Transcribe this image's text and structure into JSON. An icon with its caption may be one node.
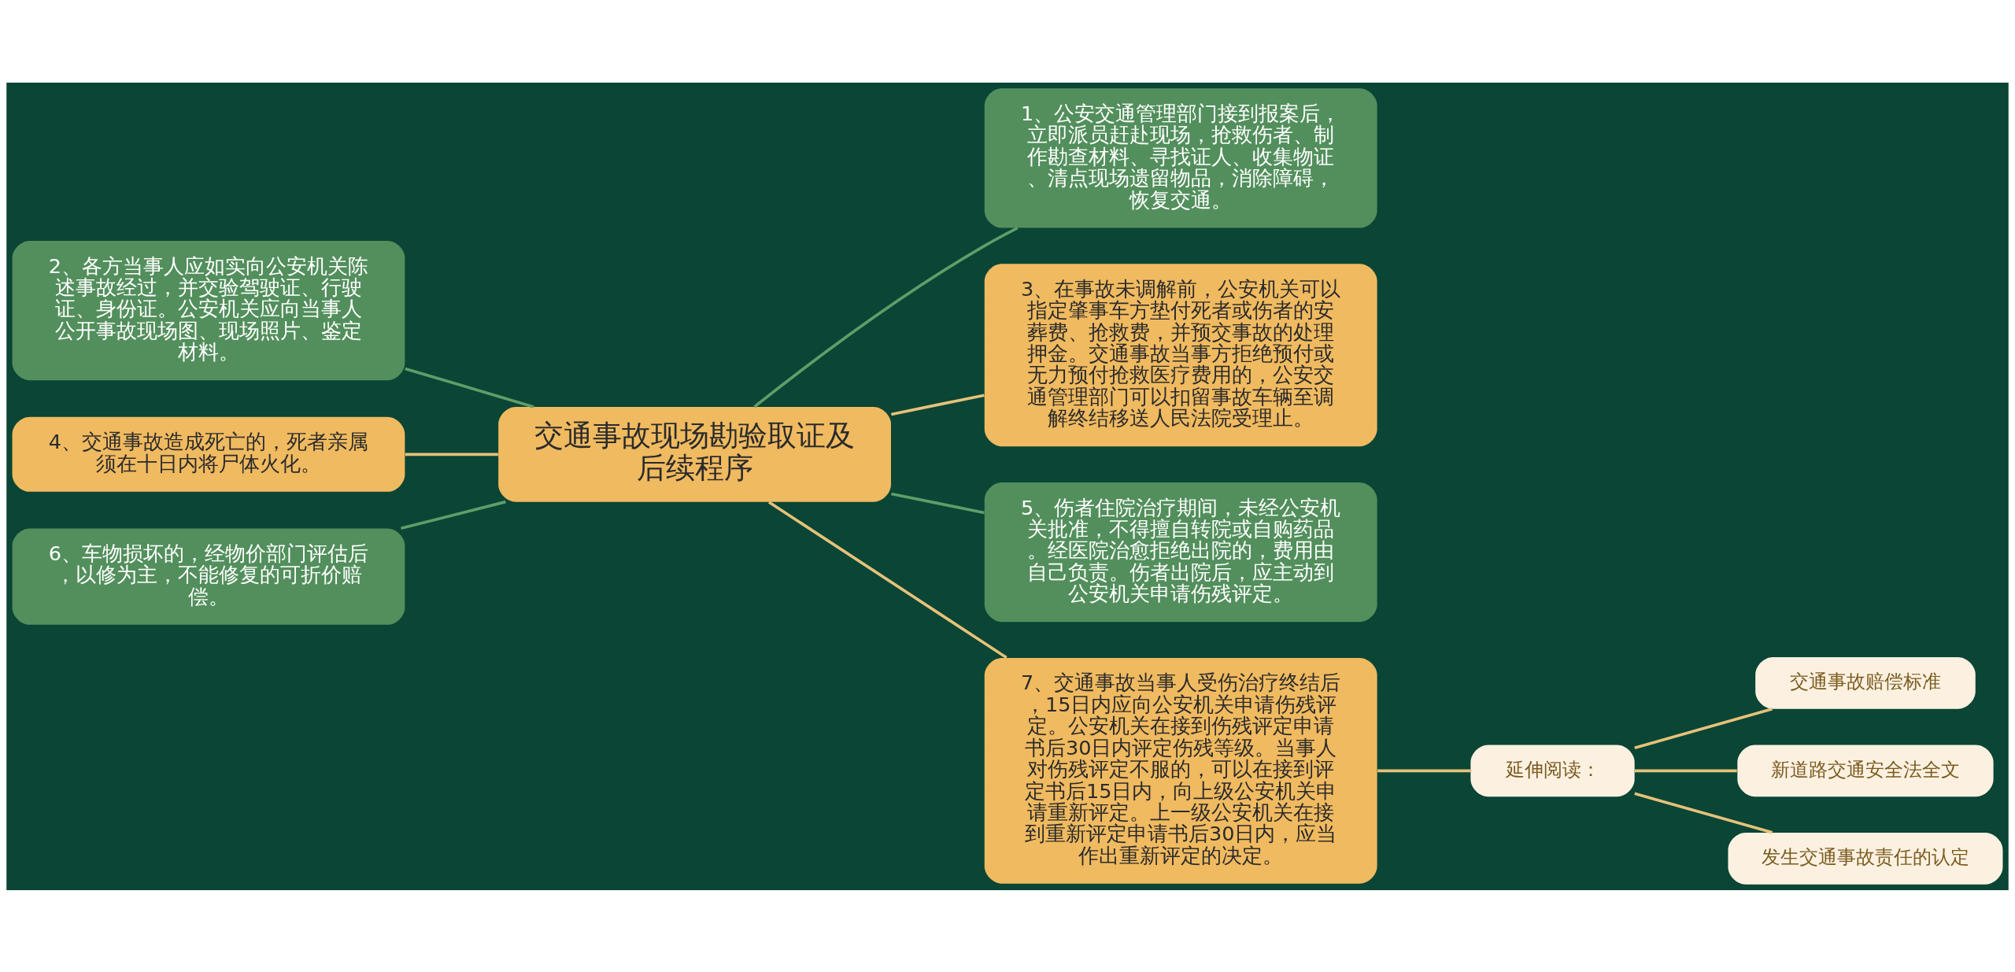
{
  "diagram": {
    "nodes": [
      {
        "text": [
          "交通事故现场勘验取证及后续程序"
        ]
      },
      {
        "text": [
          "1、公安交通管理部门接到报案后，立即派员赶赴现场，抢救伤者、制作勘查材料、寻找证人、收集物证、清点现场遗留物品，消除障碍，恢复交通。"
        ]
      },
      {
        "text": [
          "3、在事故未调解前，公安机关可以指定肇事车方垫付死者或伤者的安葬费、抢救费，并预交事故的处理押金。交通事故当事方拒绝预付或无力预付抢救医疗费用的，公安交通管理部门可以扣留事故车辆至调解终结移送人民法院受理止。"
        ]
      },
      {
        "text": [
          "5、伤者住院治疗期间，未经公安机关批准，不得擅自转院或自购药品。经医院治愈拒绝出院的，费用由自己负责。伤者出院后，应主动到公安机关申请伤残评定。"
        ]
      },
      {
        "text": [
          "7、交通事故当事人受伤治疗终结后，15日内应向公安机关申请伤残评定。公安机关在接到伤残评定申请书后30日内评定伤残等级。当事人对伤残评定不服的，可以在接到评定书后15日内，向上级公安机关申请重新评定。上一级公安机关在接到重新评定申请书后30日内，应当作出重新评定的决定。"
        ]
      },
      {
        "text": [
          "2、各方当事人应如实向公安机关陈述事故经过，并交验驾驶证、行驶证、身份证。公安机关应向当事人公开事故现场图、现场照片、鉴定材料。"
        ]
      },
      {
        "text": [
          "4、交通事故造成死亡的，死者亲属须在十日内将尸体火化。"
        ]
      },
      {
        "text": [
          "6、车物损坏的，经物价部门评估后，以修为主，不能修复的可折价赔偿。"
        ]
      },
      {
        "text": [
          "延伸阅读："
        ]
      },
      {
        "text": [
          "交通事故赔偿标准"
        ]
      },
      {
        "text": [
          "新道路交通安全法全文"
        ]
      },
      {
        "text": [
          "发生交通事故责任的认定"
        ]
      }
    ],
    "edges": [
      {
        "from": 0,
        "to": 1,
        "arrow": "none",
        "color": "#5e9e68"
      },
      {
        "from": 0,
        "to": 2,
        "arrow": "none"
      },
      {
        "from": 0,
        "to": 3,
        "arrow": "none",
        "color": "#5e9e68"
      },
      {
        "from": 0,
        "to": 4,
        "arrow": "none"
      },
      {
        "from": 0,
        "to": 5,
        "arrow": "none",
        "color": "#5e9e68"
      },
      {
        "from": 0,
        "to": 6,
        "arrow": "none"
      },
      {
        "from": 0,
        "to": 7,
        "arrow": "none",
        "color": "#5e9e68"
      },
      {
        "from": 4,
        "to": 8,
        "arrow": "none"
      },
      {
        "from": 8,
        "to": 9,
        "arrow": "none"
      },
      {
        "from": 8,
        "to": 10,
        "arrow": "none"
      },
      {
        "from": 8,
        "to": 11,
        "arrow": "none"
      }
    ]
  }
}
